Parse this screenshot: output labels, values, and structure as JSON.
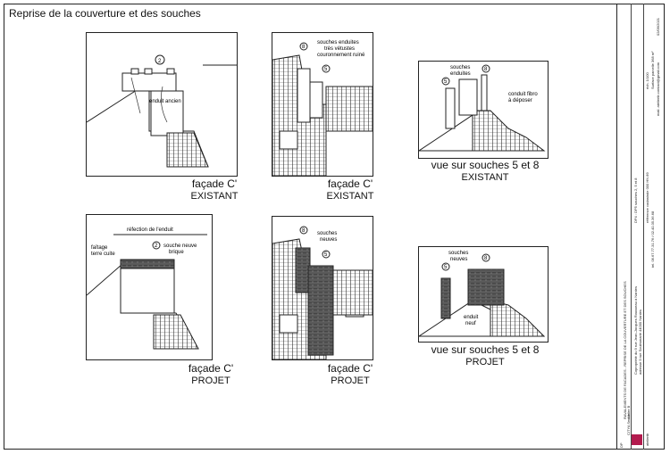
{
  "page_title": "Reprise de la couverture et des souches",
  "panels": [
    {
      "id": "p1",
      "caption1": "façade C'",
      "caption2": "EXISTANT",
      "labels": [
        "enduit ancien"
      ],
      "marks": [
        "2"
      ]
    },
    {
      "id": "p2",
      "caption1": "façade C'",
      "caption2": "EXISTANT",
      "labels": [
        "souches enduites",
        "très vétustes",
        "couronnement ruiné"
      ],
      "marks": [
        "8",
        "5"
      ]
    },
    {
      "id": "p3",
      "caption1": "vue sur souches 5 et 8",
      "caption2": "EXISTANT",
      "labels": [
        "souches",
        "enduites",
        "conduit fibro",
        "à déposer"
      ],
      "marks": [
        "5",
        "8"
      ]
    },
    {
      "id": "p4",
      "caption1": "façade C'",
      "caption2": "PROJET",
      "labels": [
        "réfection de l'enduit",
        "faîtage",
        "terre cuite",
        "souche neuve",
        "brique"
      ],
      "marks": [
        "2"
      ]
    },
    {
      "id": "p5",
      "caption1": "façade C'",
      "caption2": "PROJET",
      "labels": [
        "souches",
        "neuves"
      ],
      "marks": [
        "8",
        "5"
      ]
    },
    {
      "id": "p6",
      "caption1": "vue sur souches 5 et 8",
      "caption2": "PROJET",
      "labels": [
        "souches",
        "neuves",
        "enduit",
        "neuf"
      ],
      "marks": [
        "5",
        "8"
      ]
    }
  ],
  "title_block": {
    "ref": "DP",
    "col1": [
      "RAVALEMENTS DE FACADES - REPRISE DE LA COUVERTURE ET DES SOUCHES",
      "CITYA Sendic",
      "Atelier B"
    ],
    "col2": [
      "DP4 : DP5 souches 2, 5 et 8",
      "Copropriété du 9 rue Jean-Jacques Rousseau à Nantes",
      "adresse 9 rue Soubsmarié 44000 Nantes"
    ],
    "col3": [
      "éch. 1/100",
      "référence cadastrale 000 HN 89",
      "Surface parcelle 368 m²",
      "tel. 06.67.77.31.76 / 02.40.35.36.68",
      "02/09/2021",
      "mail. ateliertb.contact@gmail.com"
    ],
    "brand": "ateliertb"
  }
}
